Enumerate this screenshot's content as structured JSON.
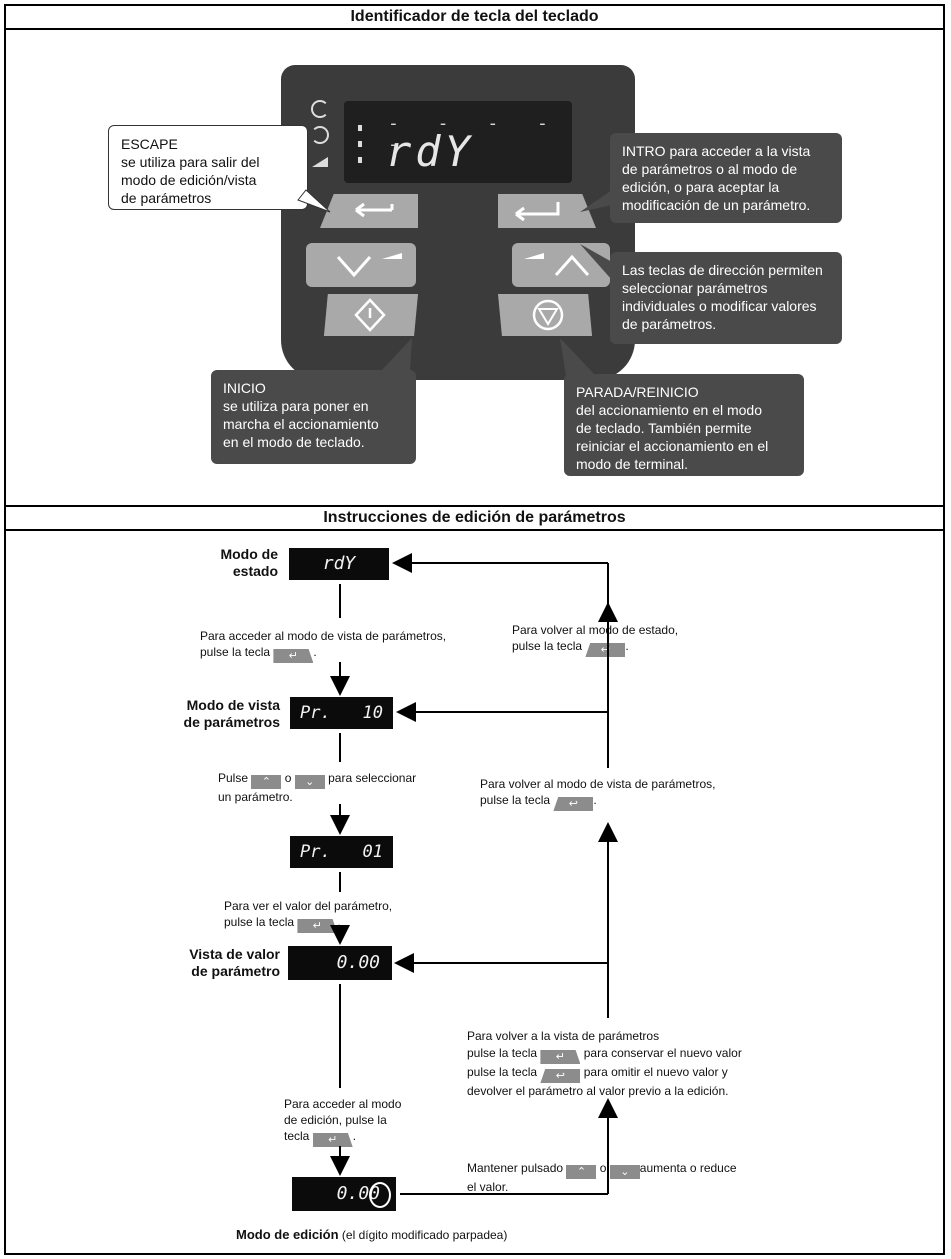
{
  "header1": "Identificador de tecla del teclado",
  "header2": "Instrucciones de edición de parámetros",
  "keypad": {
    "display": "rdY",
    "callouts": {
      "escape_title": "ESCAPE",
      "escape_lines": [
        "se utiliza para salir del",
        "modo de edición/vista",
        "de parámetros"
      ],
      "intro_lines": [
        "INTRO para acceder a la vista",
        "de parámetros o al modo de",
        "edición, o para aceptar la",
        "modificación de un parámetro."
      ],
      "dir_lines": [
        "Las teclas de dirección permiten",
        "seleccionar parámetros",
        "individuales o modificar valores",
        "de parámetros."
      ],
      "start_title": "INICIO",
      "start_lines": [
        "se utiliza para poner en",
        "marcha el accionamiento",
        "en el modo de teclado."
      ],
      "stop_title": "PARADA/REINICIO",
      "stop_lines": [
        "del accionamiento en el modo",
        "de teclado. También permite",
        "reiniciar el accionamiento en el",
        "modo de terminal."
      ]
    }
  },
  "flow": {
    "state1_label": [
      "Modo de",
      "estado"
    ],
    "state1_display": "rdY",
    "state2_label": [
      "Modo de vista",
      "de parámetros"
    ],
    "state2_display_left": "Pr.",
    "state2_display_right": "10",
    "state3_display_left": "Pr.",
    "state3_display_right": "01",
    "state4_label": [
      "Vista de valor",
      "de parámetro"
    ],
    "state4_display": "0.00",
    "state5_display": "0.00",
    "state5_caption_bold": "Modo de edición",
    "state5_caption_rest": "(el dígito modificado parpadea)",
    "t1": [
      "Para acceder al modo de vista de parámetros,",
      "pulse la tecla"
    ],
    "t2a": "Pulse",
    "t2b": "o",
    "t2c": "para seleccionar",
    "t2d": "un parámetro.",
    "t3": [
      "Para ver el valor del parámetro,",
      "pulse la tecla"
    ],
    "t4": [
      "Para acceder al modo",
      "de edición, pulse la",
      "tecla"
    ],
    "r1": [
      "Para volver al modo de estado,",
      "pulse la tecla"
    ],
    "r2": [
      "Para volver al modo de vista de parámetros,",
      "pulse la tecla"
    ],
    "r3_1": "Para volver a la vista de parámetros",
    "r3_2a": "pulse la tecla",
    "r3_2b": "para conservar el nuevo valor",
    "r3_3a": "pulse la tecla",
    "r3_3b": "para omitir el nuevo valor y",
    "r3_4": "devolver el parámetro al valor previo a la edición.",
    "r4a": "Mantener pulsado",
    "r4b": "o",
    "r4c": "aumenta o reduce",
    "r4d": "el valor.",
    "period": "."
  },
  "icons": {
    "escape_key": "escape-arrow-icon",
    "enter_key": "enter-arrow-icon",
    "up_key": "up-chevron-icon",
    "down_key": "down-chevron-icon",
    "start_key": "start-diamond-icon",
    "stop_key": "stop-triangle-icon"
  }
}
